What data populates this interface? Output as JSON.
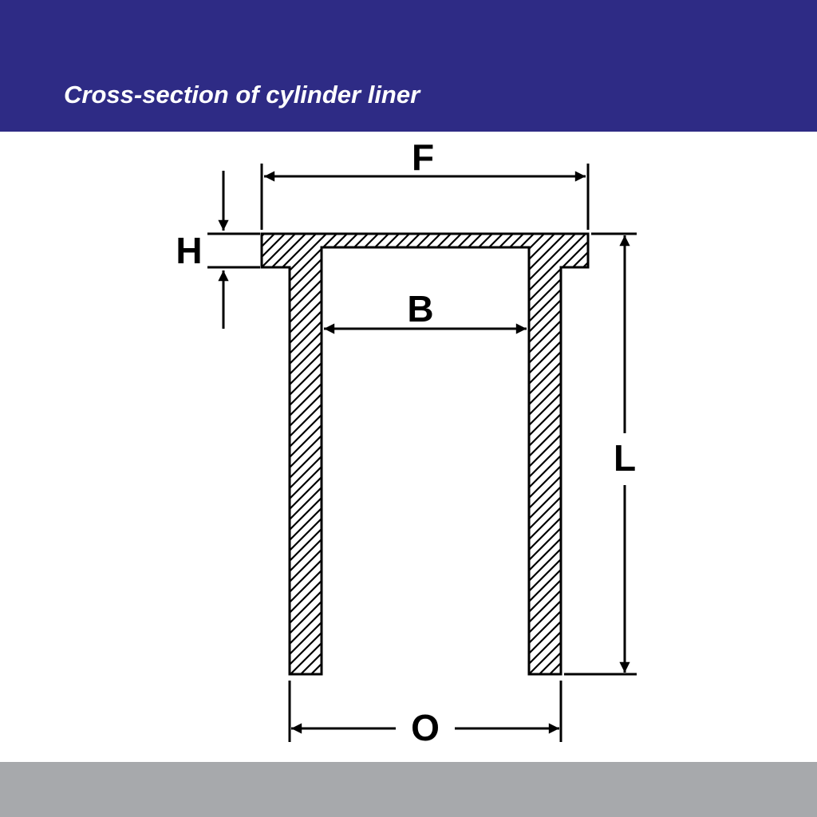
{
  "banner": {
    "title": "Cross-section of cylinder liner",
    "background_color": "#2e2b85",
    "text_color": "#ffffff"
  },
  "diagram": {
    "type": "technical-drawing",
    "subject": "cylinder liner cross-section",
    "line_color": "#000000",
    "background_color": "#ffffff",
    "labels": {
      "F": "F",
      "H": "H",
      "B": "B",
      "L": "L",
      "O": "O"
    }
  },
  "footer": {
    "background_color": "#a7a9ac"
  }
}
